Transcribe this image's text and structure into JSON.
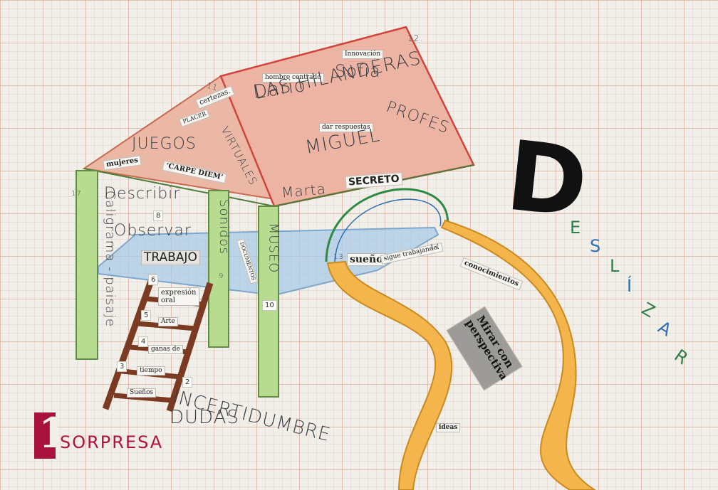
{
  "roof": {
    "left_words": [
      "JUEGOS",
      "VIRTUALES"
    ],
    "left_clips": [
      "mujeres",
      "PLACER",
      "certezas.",
      "‘CARPE DIEM’"
    ],
    "left_number": "11.",
    "right_words": [
      "Dario",
      "Sofia",
      "LAS HILANDERAS",
      "PROFES",
      "MIGUEL",
      "Marta"
    ],
    "right_clips": [
      "hombre centrado",
      "Innovación",
      "dar respuestas",
      "SECRETO"
    ],
    "right_number": "12."
  },
  "left_wall": {
    "pillar_text": "Caligrama - paisaje",
    "pillar_number": "17",
    "words": [
      "Describir",
      "Observar"
    ],
    "number": "8",
    "clip_trabajo": "TRABAJO"
  },
  "middle_pillar": {
    "text": "Sonidos",
    "number": "9",
    "clip": "DOCUMENTOS"
  },
  "right_pillar": {
    "text": "MUSEO",
    "number": "10"
  },
  "ladder": {
    "rungs": [
      {
        "number": "6",
        "label": "expresión oral"
      },
      {
        "number": "5",
        "label": "Arte"
      },
      {
        "number": "4",
        "label": "ganas de"
      },
      {
        "number": "3",
        "label": "tiempo"
      },
      {
        "number": "2",
        "label": "Sueños"
      }
    ]
  },
  "bottom": {
    "number_one": "1",
    "sorpresa": "SORPRESA",
    "incertidumbre": "INCERTIDUMBRE",
    "dudas": "DUDAS"
  },
  "arch": {
    "left_number": "13",
    "right_number": "14",
    "clip_sueno": "sueño",
    "clip_sigue": "sigue trabajando."
  },
  "right_side": {
    "big_letter": "D",
    "deslizar_letters": [
      "E",
      "S",
      "L",
      "Í",
      "Z",
      "A",
      "R"
    ],
    "clip_conocimientos": "conocimientos",
    "clip_mirar": "Mirar con perspectiva",
    "clip_ideas": "ideas"
  },
  "colors": {
    "roof_red": "#d9524a",
    "roof_fill": "#eab7a6",
    "floor_blue": "#8ab6da",
    "pillar_green": "#8fc46a",
    "road_orange": "#f3b24a",
    "ladder_brown": "#7a3b22",
    "sorpresa_red": "#b0123b"
  }
}
